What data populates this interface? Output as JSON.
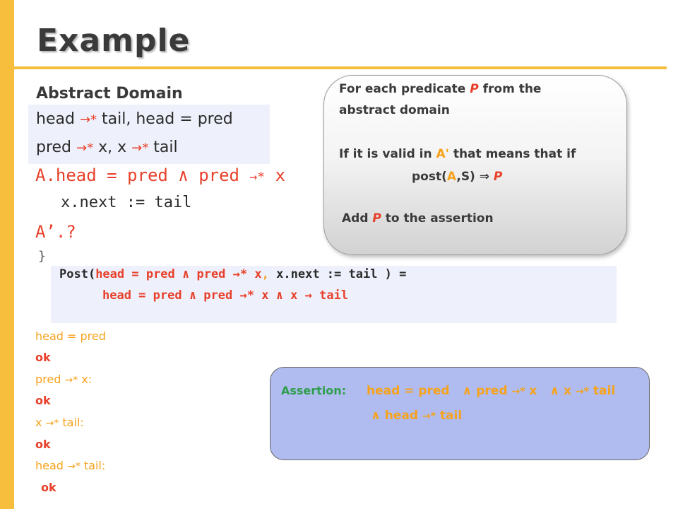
{
  "title": "Example",
  "abstract_domain": {
    "heading": "Abstract Domain",
    "line1": {
      "a": "head",
      "b": "tail,  head = pred"
    },
    "line2": {
      "a": "pred",
      "b": "x,  x",
      "c": "tail"
    }
  },
  "code": {
    "a_prefix": "A.",
    "a_body": "head = pred ∧ pred",
    "a_suffix": "x",
    "stmt": "x.next := tail",
    "a_prime": "A’.?",
    "brace": "}"
  },
  "post": {
    "line1_kw": "Post(",
    "line1_a": "head = pred ∧ pred",
    "line1_x": "x",
    "line1_comma": ",",
    "line1_b": "x.next := tail ) =",
    "line2_a": "head = pred ∧ pred",
    "line2_b": "x ∧ x",
    "line2_c": "tail"
  },
  "callout": {
    "l1_pre": "For each predicate ",
    "l1_p": "P",
    "l1_post": " from the",
    "l2": "abstract domain",
    "l3_pre": "If it is valid in ",
    "l3_a": "A'",
    "l3_post": " that means that if",
    "l4_pre": "post(",
    "l4_a": "A",
    "l4_mid": ",S)  ⇒  ",
    "l4_p": "P",
    "l5_pre": "Add ",
    "l5_p": "P",
    "l5_post": " to the assertion"
  },
  "checks": [
    {
      "label": "head = pred"
    },
    {
      "result": "ok"
    },
    {
      "label": "pred",
      "suffix": "x:"
    },
    {
      "result": "ok"
    },
    {
      "label": "x",
      "suffix": "tail:"
    },
    {
      "result": "ok"
    },
    {
      "label": "head",
      "suffix": "tail:"
    },
    {
      "result": "ok"
    }
  ],
  "assertion": {
    "label": "Assertion:",
    "l1_a": "head = pred",
    "l1_b": "∧ pred",
    "l1_c": "x",
    "l1_d": "∧ x",
    "l1_e": "tail",
    "l2_a": "∧ head",
    "l2_b": "tail"
  },
  "symbols": {
    "reach": "→*",
    "next": "→"
  },
  "colors": {
    "accent": "#f6be3c",
    "red": "#e8402a",
    "orange": "#f6a21c",
    "green": "#2f9e4c",
    "assert_bg": "#b0bcf0"
  }
}
